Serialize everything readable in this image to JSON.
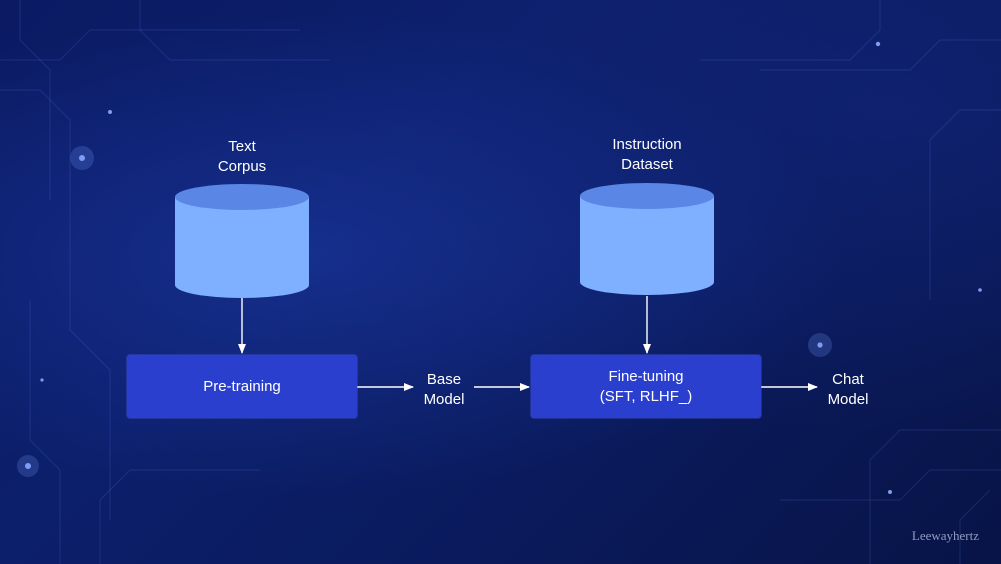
{
  "colors": {
    "background": "#0b1a63",
    "cylinder_body": "#7fb0ff",
    "cylinder_top": "#5a86e6",
    "process_box": "#2b3fcf",
    "arrow": "#ffffff"
  },
  "nodes": {
    "text_corpus": {
      "line1": "Text",
      "line2": "Corpus"
    },
    "instruction_dataset": {
      "line1": "Instruction",
      "line2": "Dataset"
    },
    "pretraining": {
      "label": "Pre-training"
    },
    "base_model": {
      "line1": "Base",
      "line2": "Model"
    },
    "finetuning": {
      "line1": "Fine-tuning",
      "line2": "(SFT, RLHF_)"
    },
    "chat_model": {
      "line1": "Chat",
      "line2": "Model"
    }
  },
  "watermark": "Leewayhertz"
}
